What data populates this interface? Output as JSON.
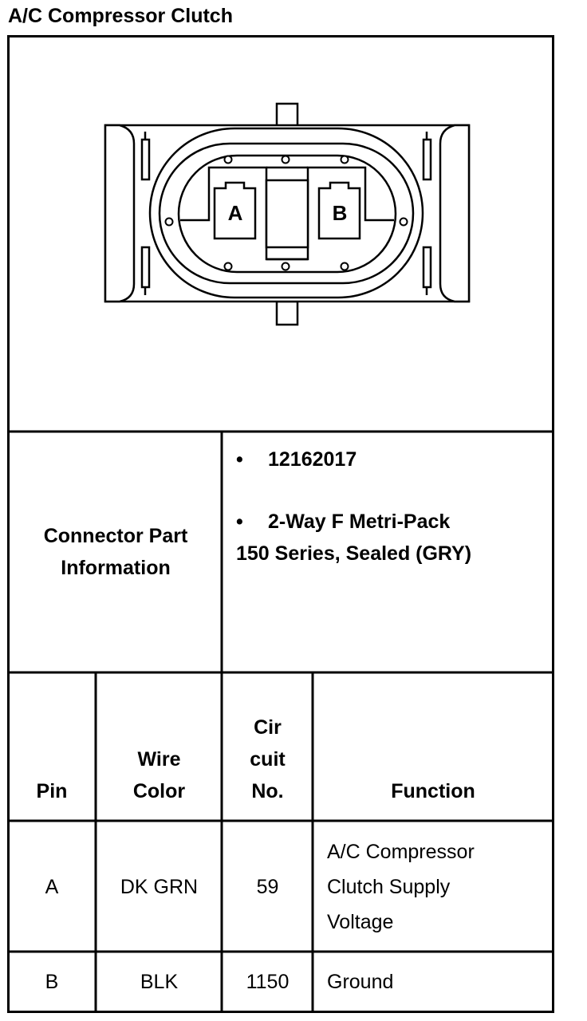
{
  "title": "A/C Compressor Clutch",
  "connector": {
    "pins": [
      {
        "label": "A"
      },
      {
        "label": "B"
      }
    ]
  },
  "connector_info": {
    "label_line1": "Connector Part",
    "label_line2": "Information",
    "bullet_symbol": "•",
    "part_number": "12162017",
    "description_line1": "2-Way F Metri-Pack",
    "description_line2": "150 Series, Sealed (GRY)"
  },
  "table": {
    "headers": {
      "pin": "Pin",
      "wire_color_line1": "Wire",
      "wire_color_line2": "Color",
      "circuit_line1": "Cir",
      "circuit_line2": "cuit",
      "circuit_line3": "No.",
      "function": "Function"
    },
    "rows": [
      {
        "pin": "A",
        "wire_color": "DK GRN",
        "circuit": "59",
        "function_lines": [
          "A/C Compressor",
          "Clutch Supply",
          "Voltage"
        ]
      },
      {
        "pin": "B",
        "wire_color": "BLK",
        "circuit": "1150",
        "function_lines": [
          "Ground"
        ]
      }
    ]
  }
}
